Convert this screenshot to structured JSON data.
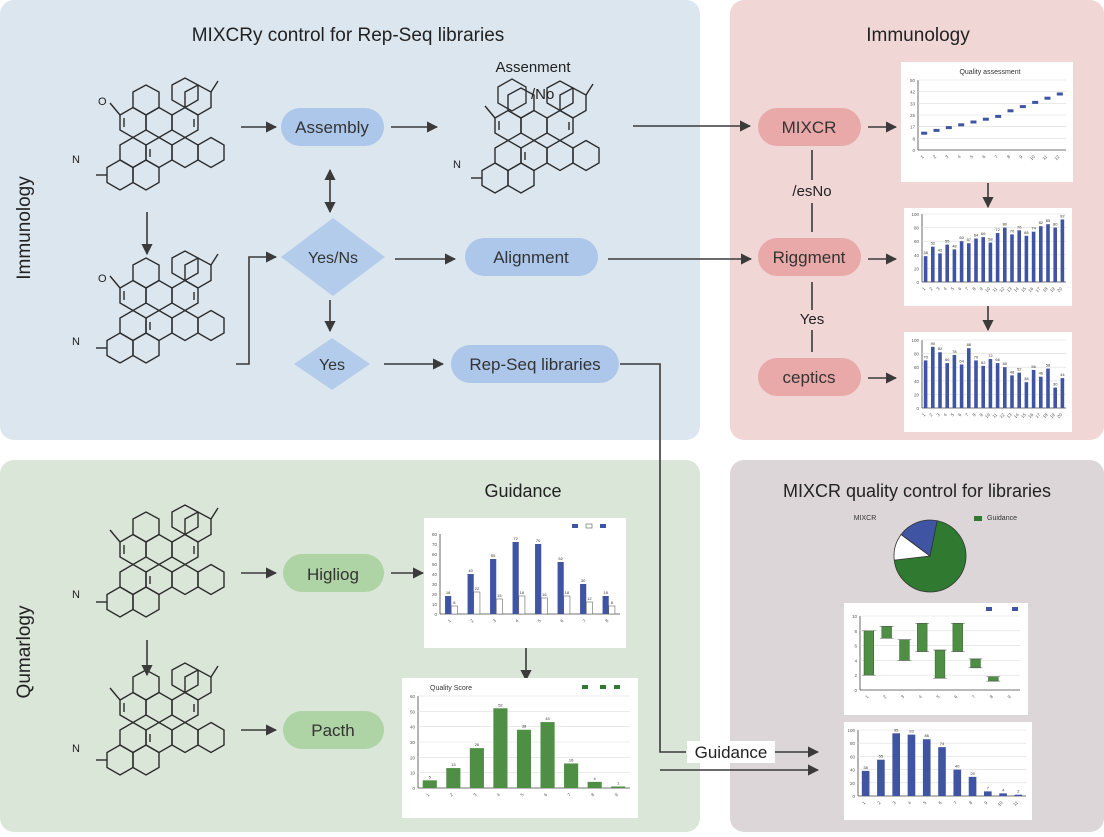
{
  "colors": {
    "panel_blue": "#dce6ef",
    "panel_red": "#f1d6d6",
    "panel_green": "#dae6d8",
    "panel_mauve": "#ddd6d8",
    "node_blue": "#adc7ea",
    "node_red": "#eaa9a9",
    "node_green": "#aed3a5",
    "diamond_blue": "#b3ccec",
    "bar_blue": "#3f55a3",
    "bar_green": "#4f8f45",
    "dark_green": "#2f7a30",
    "arrow": "#3a3a3a"
  },
  "panels": {
    "top_left": {
      "title": "MIXCRy control for Rep-Seq libraries",
      "side_label": "Immunology",
      "nodes": {
        "assembly": "Assembly",
        "alignment": "Alignment",
        "rep_seq": "Rep-Seq libraries"
      },
      "diamonds": {
        "yes_ns": "Yes/Ns",
        "yes": "Yes"
      },
      "inset": {
        "label": "Assenment",
        "suffix": "/No"
      },
      "molecule_atoms": {
        "n": "N",
        "o": "O"
      }
    },
    "top_right": {
      "title": "Immunology",
      "nodes": {
        "mixcr": "MIXCR",
        "riggment": "Riggment",
        "ceptics": "ceptics"
      },
      "edge_labels": {
        "es_no": "/esNo",
        "yes": "Yes"
      },
      "chart_titles": {
        "first": "Quality assessment"
      }
    },
    "bottom_left": {
      "title": "Guidance",
      "side_label": "Qumarlogy",
      "nodes": {
        "higliog": "Higliog",
        "pacth": "Pacth"
      },
      "chart_titles": {
        "second": "Quality Score"
      }
    },
    "bottom_right": {
      "title": "MIXCR quality control for libraries",
      "pie_labels": {
        "left": "MIXCR",
        "right": "Guidance"
      }
    },
    "connector": {
      "label": "Guidance"
    }
  },
  "chart_data": [
    {
      "type": "scatter",
      "title": "Quality assessment",
      "x": [
        1,
        2,
        3,
        4,
        5,
        6,
        7,
        8,
        9,
        10,
        11,
        12
      ],
      "values": [
        12,
        14,
        16,
        18,
        20,
        22,
        24,
        28,
        31,
        34,
        37,
        40
      ],
      "ylim": [
        0,
        50
      ],
      "grid": true
    },
    {
      "type": "bar",
      "categories": [
        "1",
        "2",
        "3",
        "4",
        "5",
        "6",
        "7",
        "8",
        "9",
        "10",
        "11",
        "12",
        "13",
        "14",
        "15",
        "16",
        "17",
        "18",
        "19",
        "20"
      ],
      "series": [
        {
          "values": [
            38,
            52,
            42,
            55,
            48,
            60,
            57,
            64,
            66,
            58,
            72,
            80,
            70,
            76,
            68,
            74,
            82,
            85,
            80,
            92
          ]
        }
      ],
      "ylim": [
        0,
        100
      ],
      "grid": true
    },
    {
      "type": "bar",
      "categories": [
        "1",
        "2",
        "3",
        "4",
        "5",
        "6",
        "7",
        "8",
        "9",
        "10",
        "11",
        "12",
        "13",
        "14",
        "15",
        "16",
        "17",
        "18",
        "19",
        "20"
      ],
      "series": [
        {
          "values": [
            70,
            90,
            82,
            66,
            78,
            64,
            88,
            70,
            62,
            72,
            66,
            60,
            48,
            52,
            38,
            56,
            46,
            58,
            30,
            44
          ]
        }
      ],
      "ylim": [
        0,
        100
      ],
      "grid": true
    },
    {
      "type": "bar",
      "categories": [
        "1",
        "2",
        "3",
        "4",
        "5",
        "6",
        "7",
        "8"
      ],
      "series": [
        {
          "values": [
            18,
            40,
            55,
            72,
            70,
            52,
            30,
            18
          ]
        },
        {
          "values": [
            8,
            22,
            15,
            18,
            16,
            18,
            12,
            8
          ]
        }
      ],
      "ylim": [
        0,
        80
      ],
      "legend": "top-right"
    },
    {
      "type": "bar",
      "title": "Quality Score",
      "categories": [
        "1",
        "2",
        "3",
        "4",
        "5",
        "6",
        "7",
        "8",
        "9"
      ],
      "values": [
        5,
        13,
        26,
        52,
        38,
        43,
        16,
        4,
        1
      ],
      "ylim": [
        0,
        60
      ],
      "legend": "top-right",
      "grid": true
    },
    {
      "type": "pie",
      "values": [
        70,
        12,
        18
      ],
      "legend": "top"
    },
    {
      "type": "bar",
      "categories": [
        "1",
        "2",
        "3",
        "4",
        "5",
        "6",
        "7",
        "8",
        "9"
      ],
      "values": [
        [
          2,
          8
        ],
        [
          7,
          8.6
        ],
        [
          4,
          6.8
        ],
        [
          5.2,
          9
        ],
        [
          1.6,
          5.4
        ],
        [
          5.2,
          9
        ],
        [
          3,
          4.2
        ],
        [
          1.2,
          1.8
        ],
        [
          0,
          0
        ]
      ],
      "ylim": [
        0,
        10
      ],
      "legend": "top-right",
      "grid": true
    },
    {
      "type": "bar",
      "categories": [
        "1",
        "2",
        "3",
        "4",
        "5",
        "6",
        "7",
        "8",
        "9",
        "10",
        "11"
      ],
      "values": [
        38,
        55,
        95,
        93,
        86,
        74,
        40,
        29,
        7,
        4,
        2
      ],
      "ylim": [
        0,
        100
      ],
      "grid": true
    }
  ]
}
